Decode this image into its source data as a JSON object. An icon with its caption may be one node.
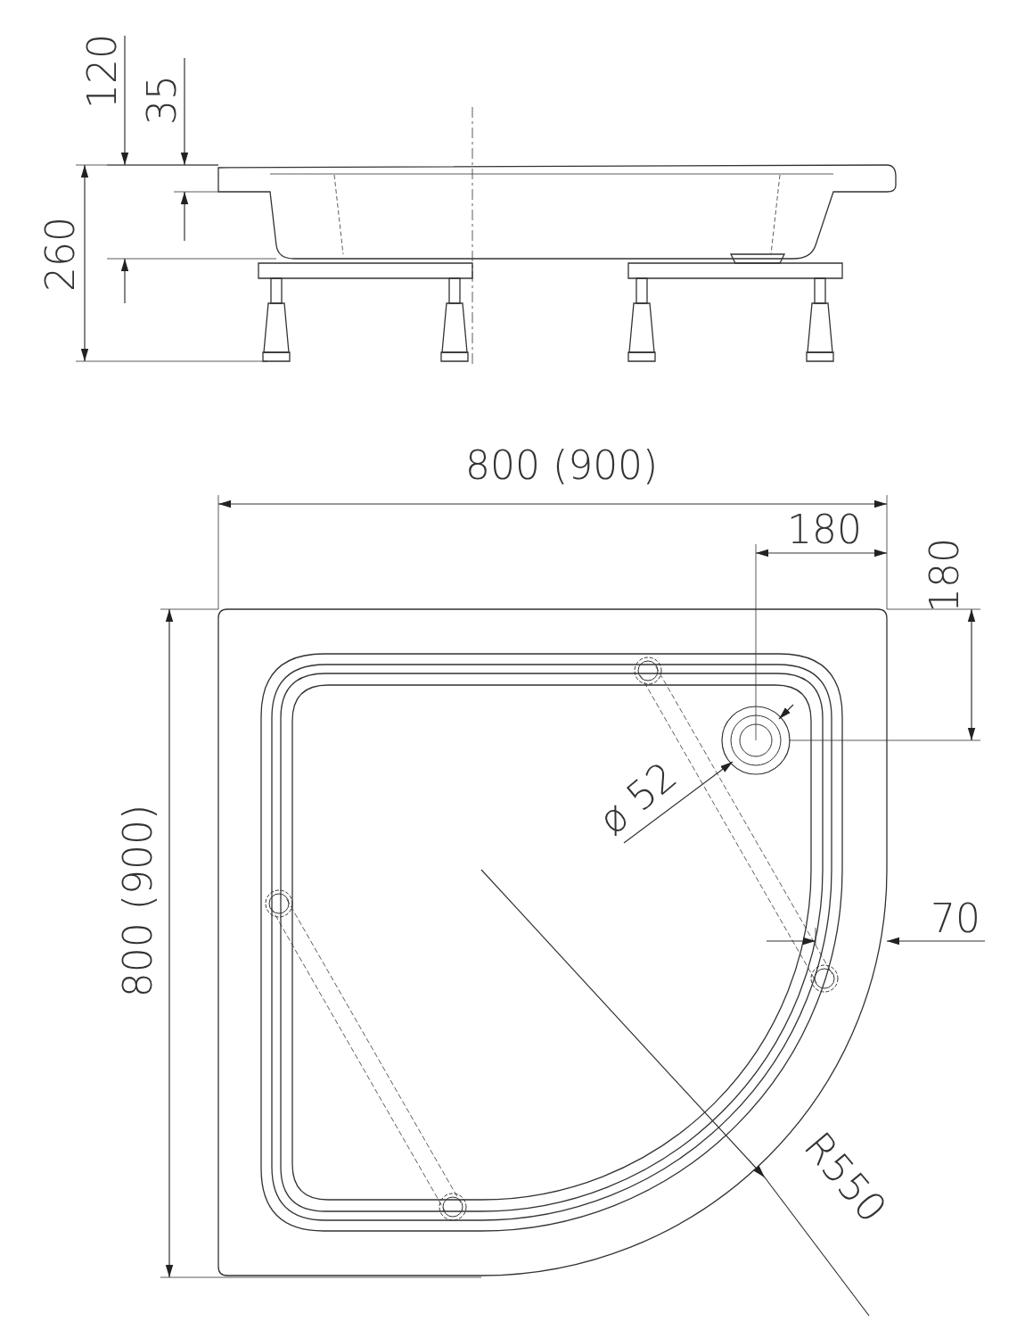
{
  "diagram": {
    "labels": [
      "120",
      "35",
      "260",
      "800 (900)",
      "180",
      "180",
      "800 (900)",
      "ø 52",
      "70",
      "R550"
    ]
  }
}
